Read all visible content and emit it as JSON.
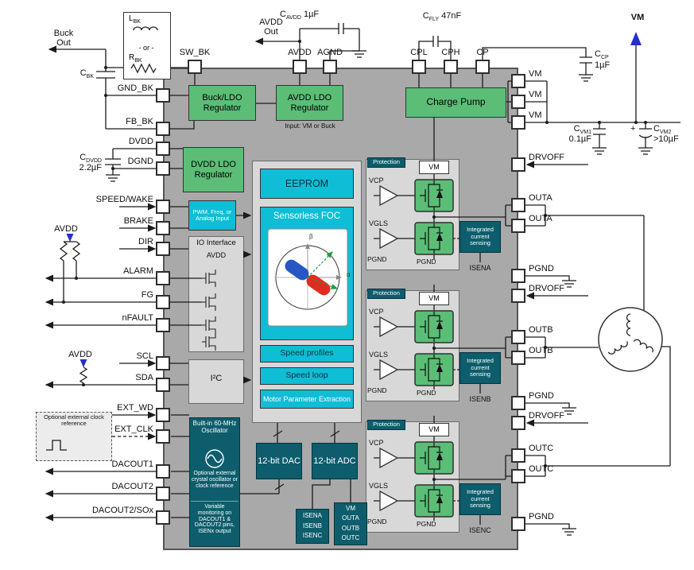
{
  "pins": {
    "top": [
      {
        "label": "SW_BK"
      },
      {
        "label": "AVDD"
      },
      {
        "label": "AGND"
      },
      {
        "label": "CPL"
      },
      {
        "label": "CPH"
      },
      {
        "label": "CP"
      }
    ],
    "left": [
      {
        "label": "GND_BK"
      },
      {
        "label": "FB_BK"
      },
      {
        "label": "DVDD"
      },
      {
        "label": "DGND"
      },
      {
        "label": "SPEED/WAKE"
      },
      {
        "label": "BRAKE"
      },
      {
        "label": "DIR"
      },
      {
        "label": "ALARM"
      },
      {
        "label": "FG"
      },
      {
        "label": "nFAULT"
      },
      {
        "label": "SCL"
      },
      {
        "label": "SDA"
      },
      {
        "label": "EXT_WD"
      },
      {
        "label": "EXT_CLK"
      },
      {
        "label": "DACOUT1"
      },
      {
        "label": "DACOUT2"
      },
      {
        "label": "DACOUT2/SOx"
      }
    ],
    "right": [
      {
        "label": "VM"
      },
      {
        "label": "VM"
      },
      {
        "label": "VM"
      },
      {
        "label": "DRVOFF"
      },
      {
        "label": "OUTA"
      },
      {
        "label": "OUTA"
      },
      {
        "label": "PGND"
      },
      {
        "label": "DRVOFF"
      },
      {
        "label": "OUTB"
      },
      {
        "label": "OUTB"
      },
      {
        "label": "PGND"
      },
      {
        "label": "DRVOFF"
      },
      {
        "label": "OUTC"
      },
      {
        "label": "OUTC"
      },
      {
        "label": "PGND"
      }
    ]
  },
  "blocks": {
    "buck_ldo": "Buck/LDO Regulator",
    "avdd_ldo": "AVDD LDO Regulator",
    "avdd_input_note": "Input: VM or Buck",
    "charge_pump": "Charge Pump",
    "dvdd_ldo": "DVDD LDO Regulator",
    "pwm_input": "PWM, Freq, or Analog Input",
    "io_interface": "IO Interface",
    "io_avdd": "AVDD",
    "eeprom": "EEPROM",
    "foc": "Sensorless FOC",
    "foc_beta": "β",
    "foc_alpha": "α",
    "speed_profiles": "Speed profiles",
    "speed_loop": "Speed loop",
    "motor_param": "Motor Parameter Extraction",
    "i2c": "I²C",
    "osc_title": "Built-in 60-MHz Oscillator",
    "osc_note1": "Optional external crystal oscillator or clock reference",
    "osc_note2": "Variable monitoring on DACOUT1 & DACOUT2 pins, ISENx output",
    "dac": "12-bit DAC",
    "adc": "12-bit ADC",
    "isen_list": [
      "ISENA",
      "ISENB",
      "ISENC"
    ],
    "vm_list": [
      "VM",
      "OUTA",
      "OUTB",
      "OUTC"
    ]
  },
  "phases": [
    {
      "protection": "Protection",
      "vm": "VM",
      "vcp": "VCP",
      "vgls": "VGLS",
      "pgnd_left": "PGND",
      "pgnd_mid": "PGND",
      "sense": "Integrated current sensing",
      "isen": "ISENA"
    },
    {
      "protection": "Protection",
      "vm": "VM",
      "vcp": "VCP",
      "vgls": "VGLS",
      "pgnd_left": "PGND",
      "pgnd_mid": "PGND",
      "sense": "Integrated current sensing",
      "isen": "ISENB"
    },
    {
      "protection": "Protection",
      "vm": "VM",
      "vcp": "VCP",
      "vgls": "VGLS",
      "pgnd_left": "PGND",
      "pgnd_mid": "PGND",
      "sense": "Integrated current sensing",
      "isen": "ISENC"
    }
  ],
  "external": {
    "buck_out": "Buck Out",
    "l_bk": {
      "main": "L",
      "sub": "BK"
    },
    "or_text": "- or -",
    "r_bk": {
      "main": "R",
      "sub": "BK"
    },
    "c_bk": {
      "main": "C",
      "sub": "BK"
    },
    "c_dvdd": {
      "main": "C",
      "sub": "DVDD",
      "value": "2.2µF"
    },
    "c_avdd": {
      "main": "C",
      "sub": "AVDD",
      "value": "1µF"
    },
    "avdd_out": "AVDD Out",
    "c_fly": {
      "main": "C",
      "sub": "FLY",
      "value": "47nF"
    },
    "c_cp": {
      "main": "C",
      "sub": "CP",
      "value": "1µF"
    },
    "vm_top": "VM",
    "c_vm1": {
      "main": "C",
      "sub": "VM1",
      "value": "0.1µF"
    },
    "c_vm2": {
      "main": "C",
      "sub": "VM2",
      "value": ">10µF",
      "plus": "+"
    },
    "avdd_pull1": "AVDD",
    "avdd_pull2": "AVDD",
    "clock_box": "Optional external clock reference"
  },
  "colors": {
    "green": "#5cbd77",
    "cyan": "#0fbdd6",
    "teal": "#0d5d6c",
    "ic_gray": "#a9a9a9",
    "panel_gray": "#d8d8d8",
    "vm_arrow_blue": "#2431c8",
    "rotor_blue": "#2757c4",
    "rotor_red": "#e02b20"
  }
}
